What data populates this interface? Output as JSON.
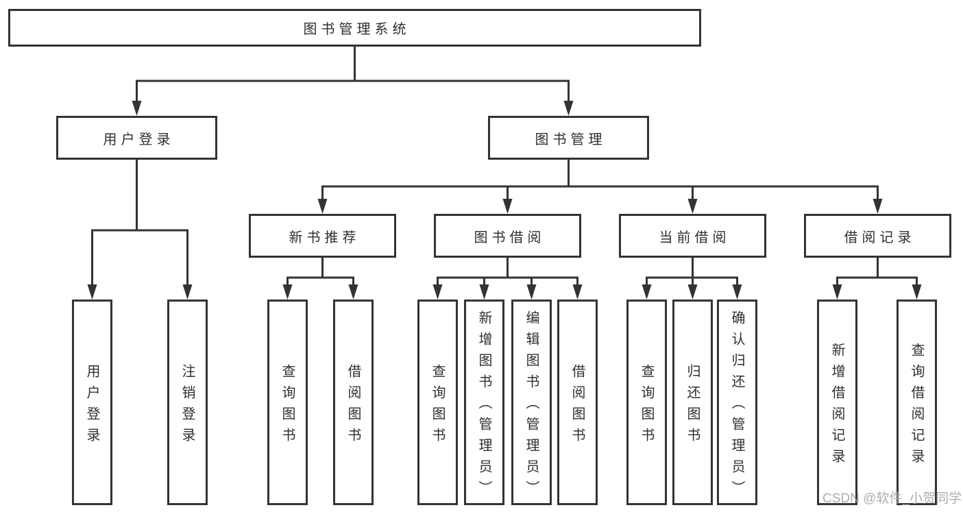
{
  "diagram": {
    "root": {
      "label": "图书管理系统"
    },
    "level2": [
      {
        "label": "用户登录"
      },
      {
        "label": "图书管理"
      }
    ],
    "level3": [
      {
        "label": "新书推荐"
      },
      {
        "label": "图书借阅"
      },
      {
        "label": "当前借阅"
      },
      {
        "label": "借阅记录"
      }
    ],
    "leaves": {
      "user": [
        "用户登录",
        "注销登录"
      ],
      "recommend": [
        "查询图书",
        "借阅图书"
      ],
      "borrow": [
        "查询图书",
        "新增图书（管理员）",
        "编辑图书（管理员）",
        "借阅图书"
      ],
      "current": [
        "查询图书",
        "归还图书",
        "确认归还（管理员）"
      ],
      "records": [
        "新增借阅记录",
        "查询借阅记录"
      ]
    }
  },
  "watermark": {
    "text": "CSDN @软件_小贺同学"
  },
  "colors": {
    "line": "#333333",
    "text": "#2f2f2f",
    "watermark": "#a4a4a4",
    "background": "#ffffff"
  }
}
